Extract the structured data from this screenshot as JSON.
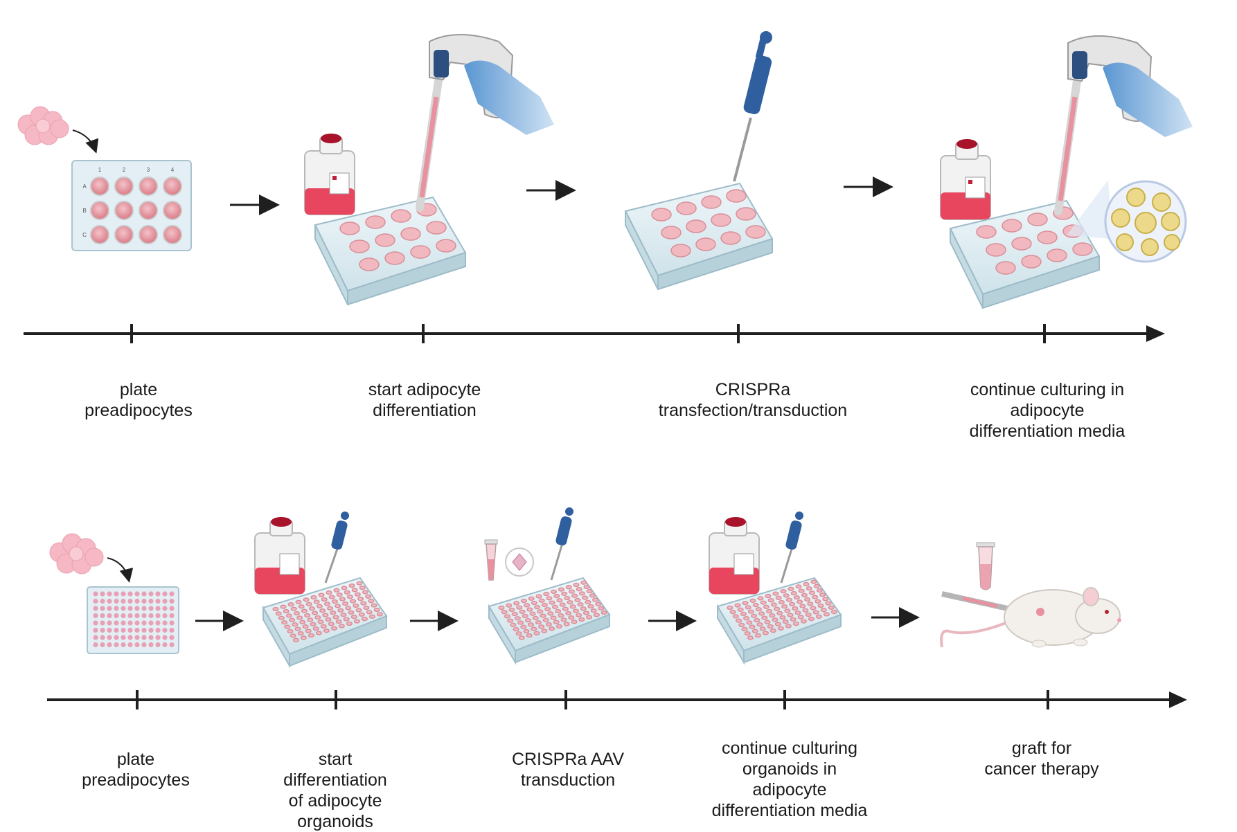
{
  "row1": {
    "labels": [
      "plate\npreadipocytes",
      "start adipocyte\ndifferentiation",
      "CRISPRa\ntransfection/transduction",
      "continue culturing in\nadipocyte\ndifferentiation media"
    ]
  },
  "row2": {
    "labels": [
      "plate\npreadipocytes",
      "start\ndifferentiation\nof adipocyte\norganoids",
      "CRISPRa AAV\ntransduction",
      "continue culturing\norganoids in\nadipocyte\ndifferentiation media",
      "graft for\ncancer therapy"
    ]
  },
  "plate_well_rows": [
    "A",
    "B",
    "C"
  ],
  "plate_well_cols": [
    "1",
    "2",
    "3",
    "4"
  ],
  "colors": {
    "line": "#1f1f1f",
    "well": "#e8909a",
    "media": "#e8465e",
    "glove": "#6aa3d8",
    "pipette": "#2f5f9e",
    "plate": "#dfeef3",
    "adipocyte": "#ecd98a"
  }
}
